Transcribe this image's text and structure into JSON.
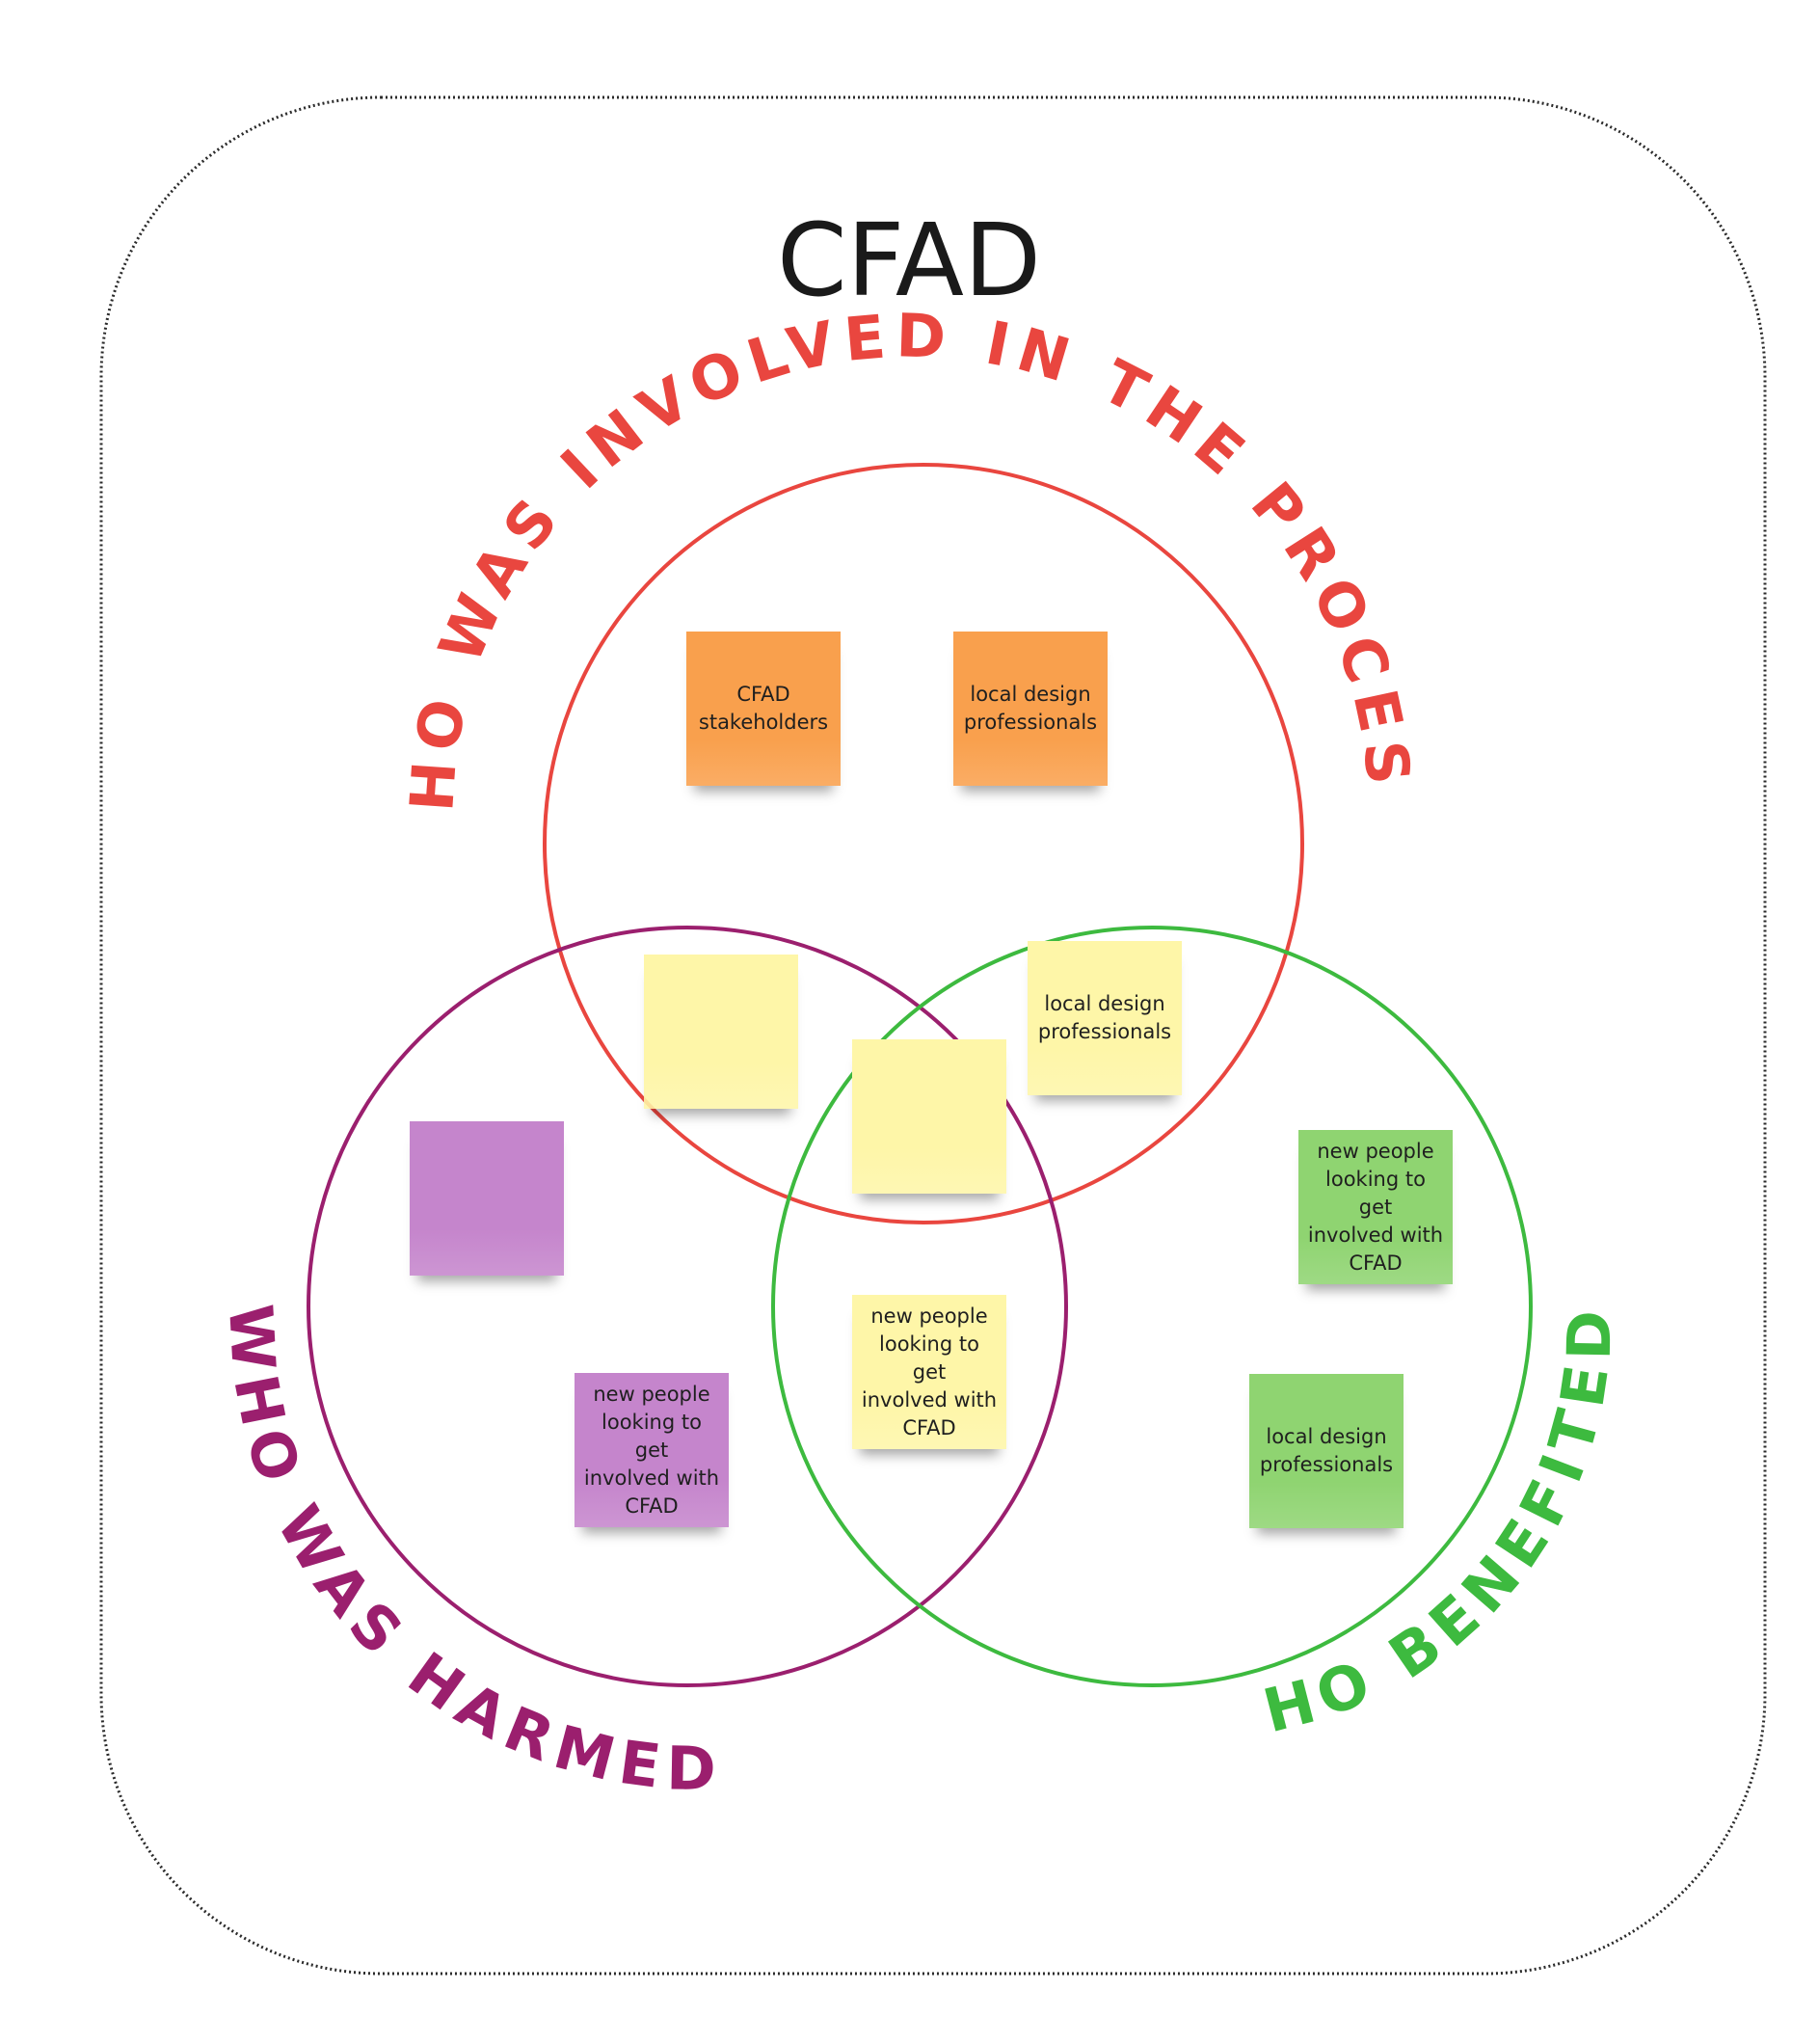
{
  "title": "CFAD",
  "colors": {
    "involved": "#e9463f",
    "harmed": "#9b1f6e",
    "benefited": "#3dba3f",
    "orange_note": "#f9a04d",
    "yellow_note": "#fef6a8",
    "purple_note": "#c585cc",
    "green_note": "#8fd471",
    "frame": "#2a2a2a"
  },
  "circles": {
    "involved": {
      "label": "WHO WAS INVOLVED IN THE PROCESS?"
    },
    "harmed": {
      "label": "WHO WAS HARMED?"
    },
    "benefited": {
      "label": "WHO BENEFITED?"
    }
  },
  "notes": [
    {
      "name": "note-involved-cfad-stakeholders",
      "color": "orange",
      "text": "CFAD\nstakeholders"
    },
    {
      "name": "note-involved-local-design-professionals",
      "color": "orange",
      "text": "local design\nprofessionals"
    },
    {
      "name": "note-involved-harmed-blank",
      "color": "yellow",
      "text": ""
    },
    {
      "name": "note-center-blank",
      "color": "yellow",
      "text": ""
    },
    {
      "name": "note-involved-benefited-local-design-professionals",
      "color": "yellow",
      "text": "local design\nprofessionals"
    },
    {
      "name": "note-harmed-blank",
      "color": "purple",
      "text": ""
    },
    {
      "name": "note-harmed-new-people",
      "color": "purple",
      "text": "new people\nlooking to get\ninvolved with\nCFAD"
    },
    {
      "name": "note-harmed-benefited-new-people",
      "color": "yellow",
      "text": "new people\nlooking to get\ninvolved with\nCFAD"
    },
    {
      "name": "note-benefited-new-people",
      "color": "green",
      "text": "new people\nlooking to get\ninvolved with\nCFAD"
    },
    {
      "name": "note-benefited-local-design-professionals",
      "color": "green",
      "text": "local design\nprofessionals"
    }
  ]
}
